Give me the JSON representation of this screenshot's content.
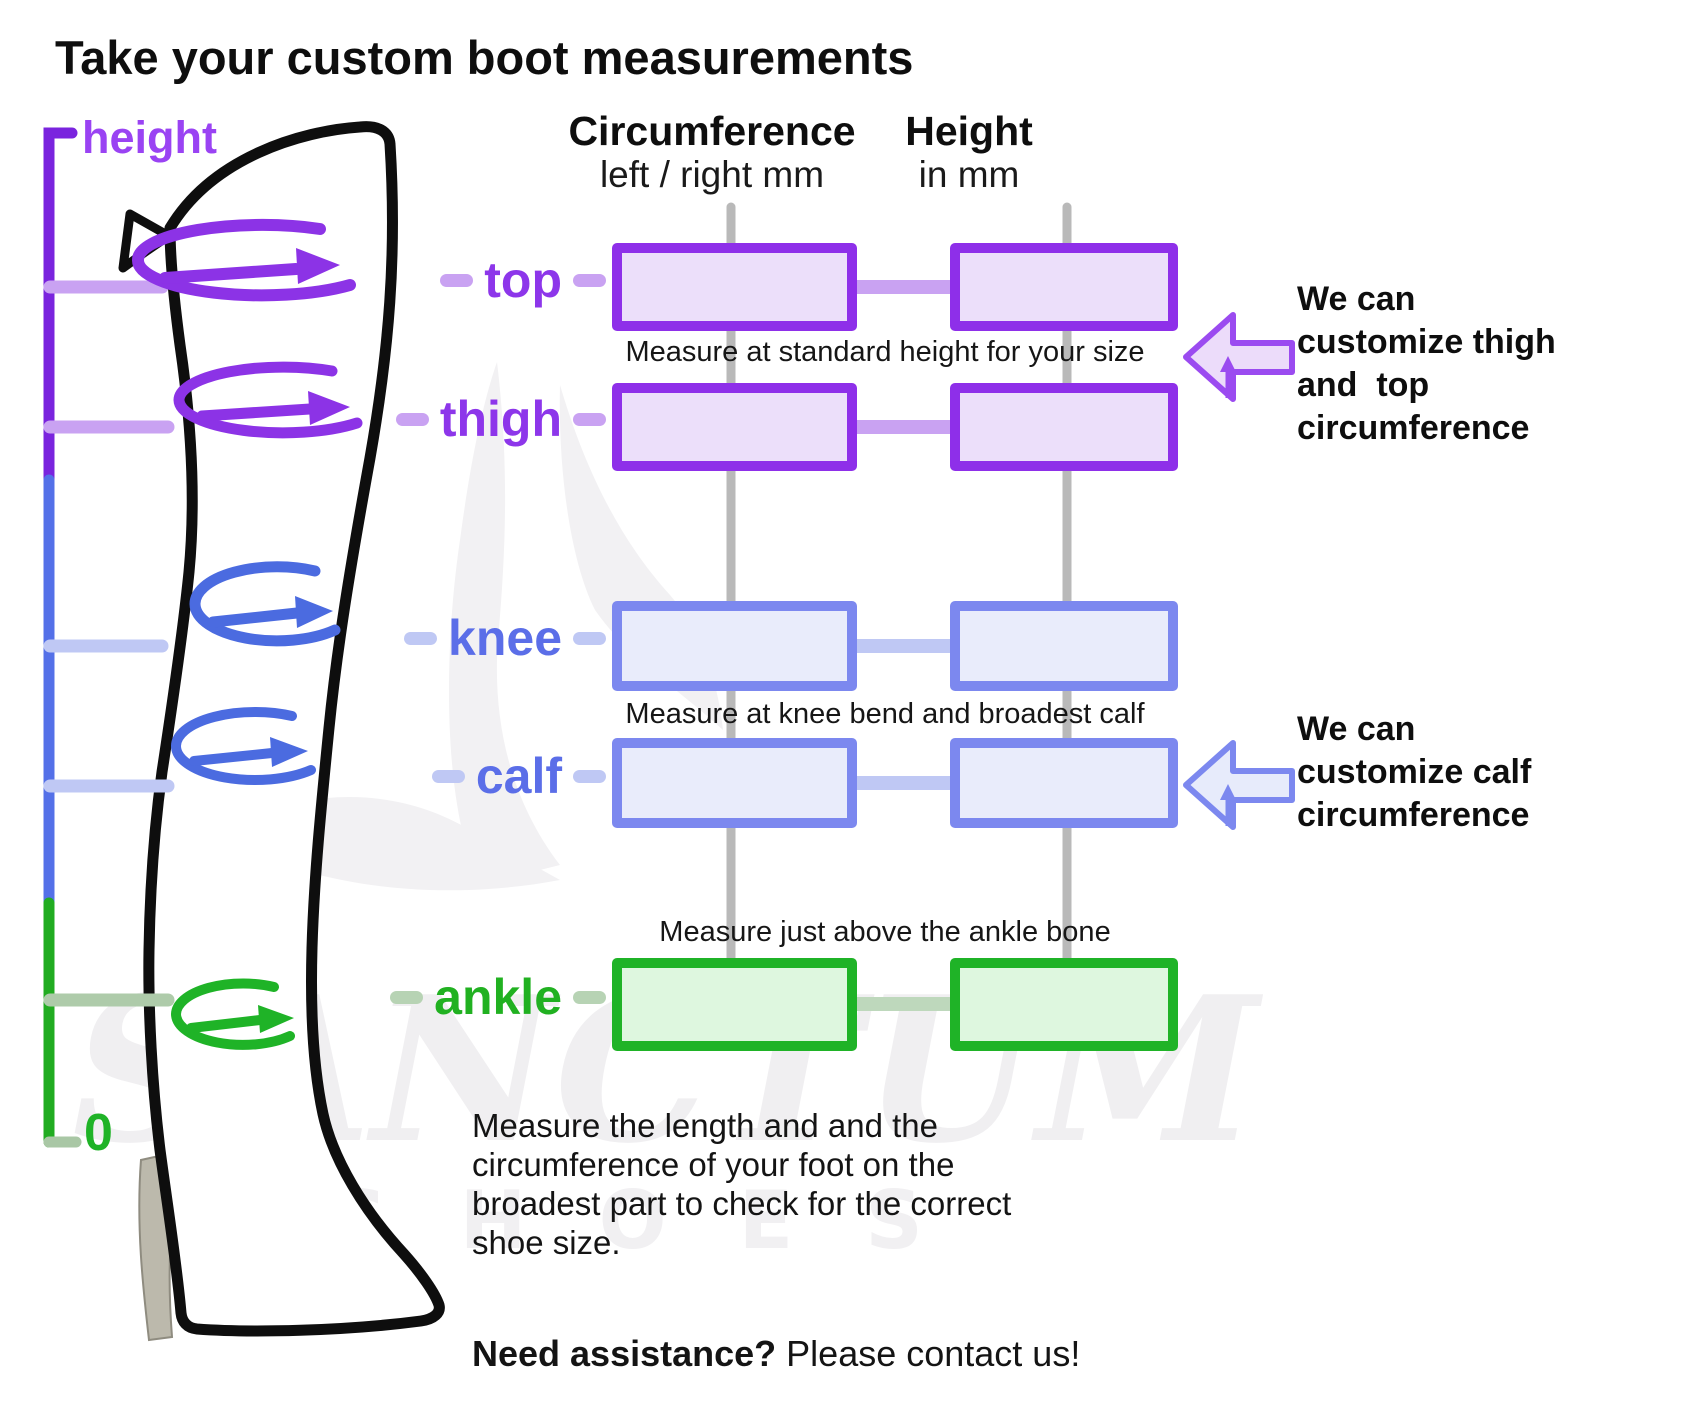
{
  "title": "Take your custom boot measurements",
  "axis": {
    "label": "height",
    "origin_label": "0"
  },
  "columns": [
    {
      "id": "circumference",
      "title": "Circumference",
      "subtitle": "left / right mm"
    },
    {
      "id": "height",
      "title": "Height",
      "subtitle": "in mm"
    }
  ],
  "rows": [
    {
      "id": "top",
      "label": "top",
      "color_scheme": "purple"
    },
    {
      "id": "thigh",
      "label": "thigh",
      "color_scheme": "purple"
    },
    {
      "id": "knee",
      "label": "knee",
      "color_scheme": "blue"
    },
    {
      "id": "calf",
      "label": "calf",
      "color_scheme": "blue"
    },
    {
      "id": "ankle",
      "label": "ankle",
      "color_scheme": "green"
    }
  ],
  "fields": [
    {
      "row": "top",
      "column": "circumference",
      "value": ""
    },
    {
      "row": "top",
      "column": "height",
      "value": ""
    },
    {
      "row": "thigh",
      "column": "circumference",
      "value": ""
    },
    {
      "row": "thigh",
      "column": "height",
      "value": ""
    },
    {
      "row": "knee",
      "column": "circumference",
      "value": ""
    },
    {
      "row": "knee",
      "column": "height",
      "value": ""
    },
    {
      "row": "calf",
      "column": "circumference",
      "value": ""
    },
    {
      "row": "calf",
      "column": "height",
      "value": ""
    },
    {
      "row": "ankle",
      "column": "circumference",
      "value": ""
    },
    {
      "row": "ankle",
      "column": "height",
      "value": ""
    }
  ],
  "notes": {
    "top_thigh": "Measure at standard height for your size",
    "knee_calf": "Measure at knee bend and broadest calf",
    "ankle": "Measure just above the ankle bone"
  },
  "callouts": [
    {
      "id": "customize-top-thigh",
      "lines": [
        "We can",
        "customize thigh",
        "and  top",
        "circumference"
      ]
    },
    {
      "id": "customize-calf",
      "lines": [
        "We can",
        "customize calf",
        "circumference"
      ]
    }
  ],
  "footer": {
    "instructions_lines": [
      "Measure the length and and the",
      "circumference of your foot on the",
      "broadest part to check for the correct",
      "shoe size."
    ],
    "assistance_bold": "Need assistance?",
    "assistance_rest": " Please contact us!"
  },
  "watermark": {
    "line1": "SANCTUM",
    "line2": "SHOES"
  },
  "colors": {
    "purple": "#8e2fe9",
    "purple_light": "#c9a2f2",
    "purple_fill": "#ecdffa",
    "blue_label": "#5b6ee8",
    "blue_border": "#7c88ef",
    "blue_ellipse": "#4b6be0",
    "blue_light": "#bfc8f4",
    "blue_fill": "#e9ecfb",
    "green": "#1fb327",
    "green_light": "#b7d3b4",
    "green_fill": "#def7df",
    "ruler_purple": "#7a24de",
    "ruler_blue": "#5470e8",
    "ruler_green": "#21ac21",
    "gray_line": "#b9b9b9",
    "heel_gray": "#bcb9ac",
    "watermark_gray": "#f0eff1"
  }
}
